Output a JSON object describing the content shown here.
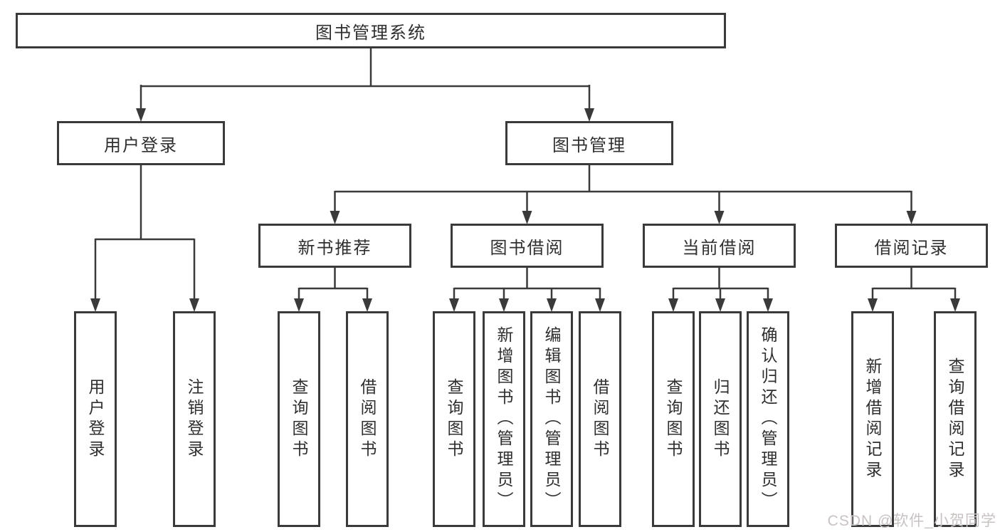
{
  "colors": {
    "line": "#3a3a3a",
    "box-border": "#3a3a3a",
    "text": "#2f2f2f",
    "watermark": "#c9c2c2"
  },
  "diagram": {
    "type": "hierarchy-tree",
    "root": {
      "label": "图书管理系统"
    },
    "branches": [
      {
        "label": "用户登录",
        "children": [
          {
            "label": "用户登录"
          },
          {
            "label": "注销登录"
          }
        ]
      },
      {
        "label": "图书管理",
        "groups": [
          {
            "label": "新书推荐",
            "children": [
              {
                "label": "查询图书"
              },
              {
                "label": "借阅图书"
              }
            ]
          },
          {
            "label": "图书借阅",
            "children": [
              {
                "label": "查询图书"
              },
              {
                "label": "新增图书（管理员）"
              },
              {
                "label": "编辑图书（管理员）"
              },
              {
                "label": "借阅图书"
              }
            ]
          },
          {
            "label": "当前借阅",
            "children": [
              {
                "label": "查询图书"
              },
              {
                "label": "归还图书"
              },
              {
                "label": "确认归还（管理员）"
              }
            ]
          },
          {
            "label": "借阅记录",
            "children": [
              {
                "label": "新增借阅记录"
              },
              {
                "label": "查询借阅记录"
              }
            ]
          }
        ]
      }
    ]
  },
  "watermark": {
    "text": "CSDN @软件_小贺同学"
  }
}
